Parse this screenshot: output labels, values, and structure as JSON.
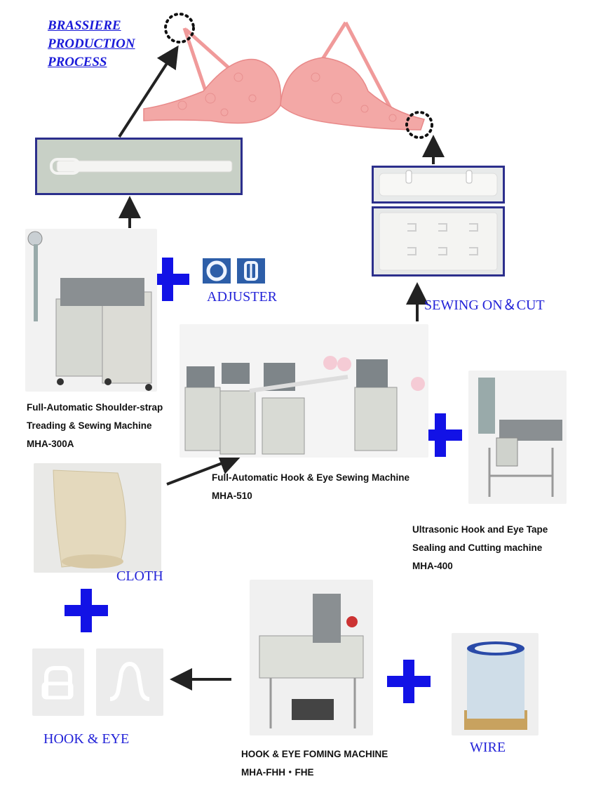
{
  "title": {
    "line1": "BRASSIERE",
    "line2": "PRODUCTION",
    "line3": "PROCESS"
  },
  "labels": {
    "adjuster": "ADJUSTER",
    "sewing_on_cut": "SEWING ON＆CUT",
    "cloth": "CLOTH",
    "hook_eye": "HOOK & EYE",
    "wire": "WIRE"
  },
  "machines": {
    "mha300a": {
      "line1": "Full-Automatic Shoulder-strap",
      "line2": "Treading & Sewing Machine",
      "model": "MHA-300A"
    },
    "mha510": {
      "line1": "Full-Automatic Hook & Eye Sewing Machine",
      "model": "MHA-510"
    },
    "mha400": {
      "line1": "Ultrasonic Hook and Eye Tape",
      "line2": "Sealing and Cutting machine",
      "model": "MHA-400"
    },
    "mhafhh": {
      "line1": "HOOK & EYE FOMING MACHINE",
      "model": "MHA-FHH・FHE"
    }
  },
  "colors": {
    "title_blue": "#1a1ad8",
    "label_blue": "#2323d8",
    "plus_blue": "#1212e6",
    "frame_navy": "#2c2f8c",
    "bra_pink": "#f2a0a0",
    "arrow": "#222222"
  },
  "icons": [
    "plus-icon",
    "arrow-icon",
    "dotted-circle-icon"
  ]
}
